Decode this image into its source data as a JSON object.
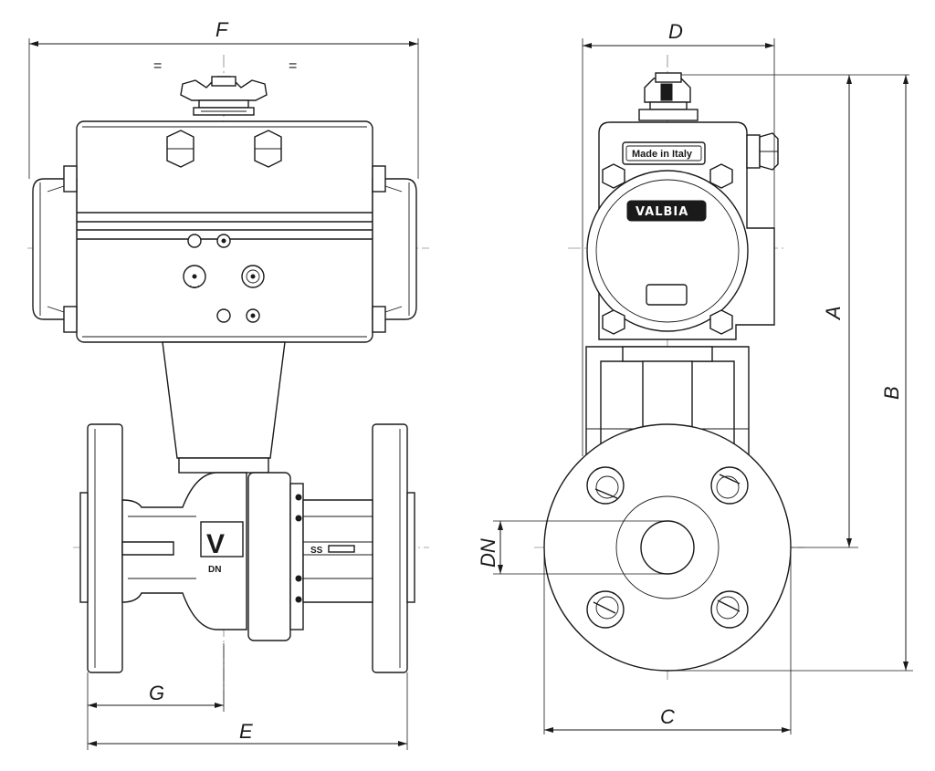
{
  "dimensions": {
    "F": "F",
    "D": "D",
    "A": "A",
    "B": "B",
    "C": "C",
    "E": "E",
    "G": "G",
    "DN": "DN"
  },
  "equal_marks": {
    "left": "=",
    "right": "="
  },
  "labels": {
    "made_in_italy": "Made in Italy",
    "brand": "VALBIA",
    "dn_marking": "DN",
    "ss_marking": "SS",
    "v_marking": "V"
  }
}
